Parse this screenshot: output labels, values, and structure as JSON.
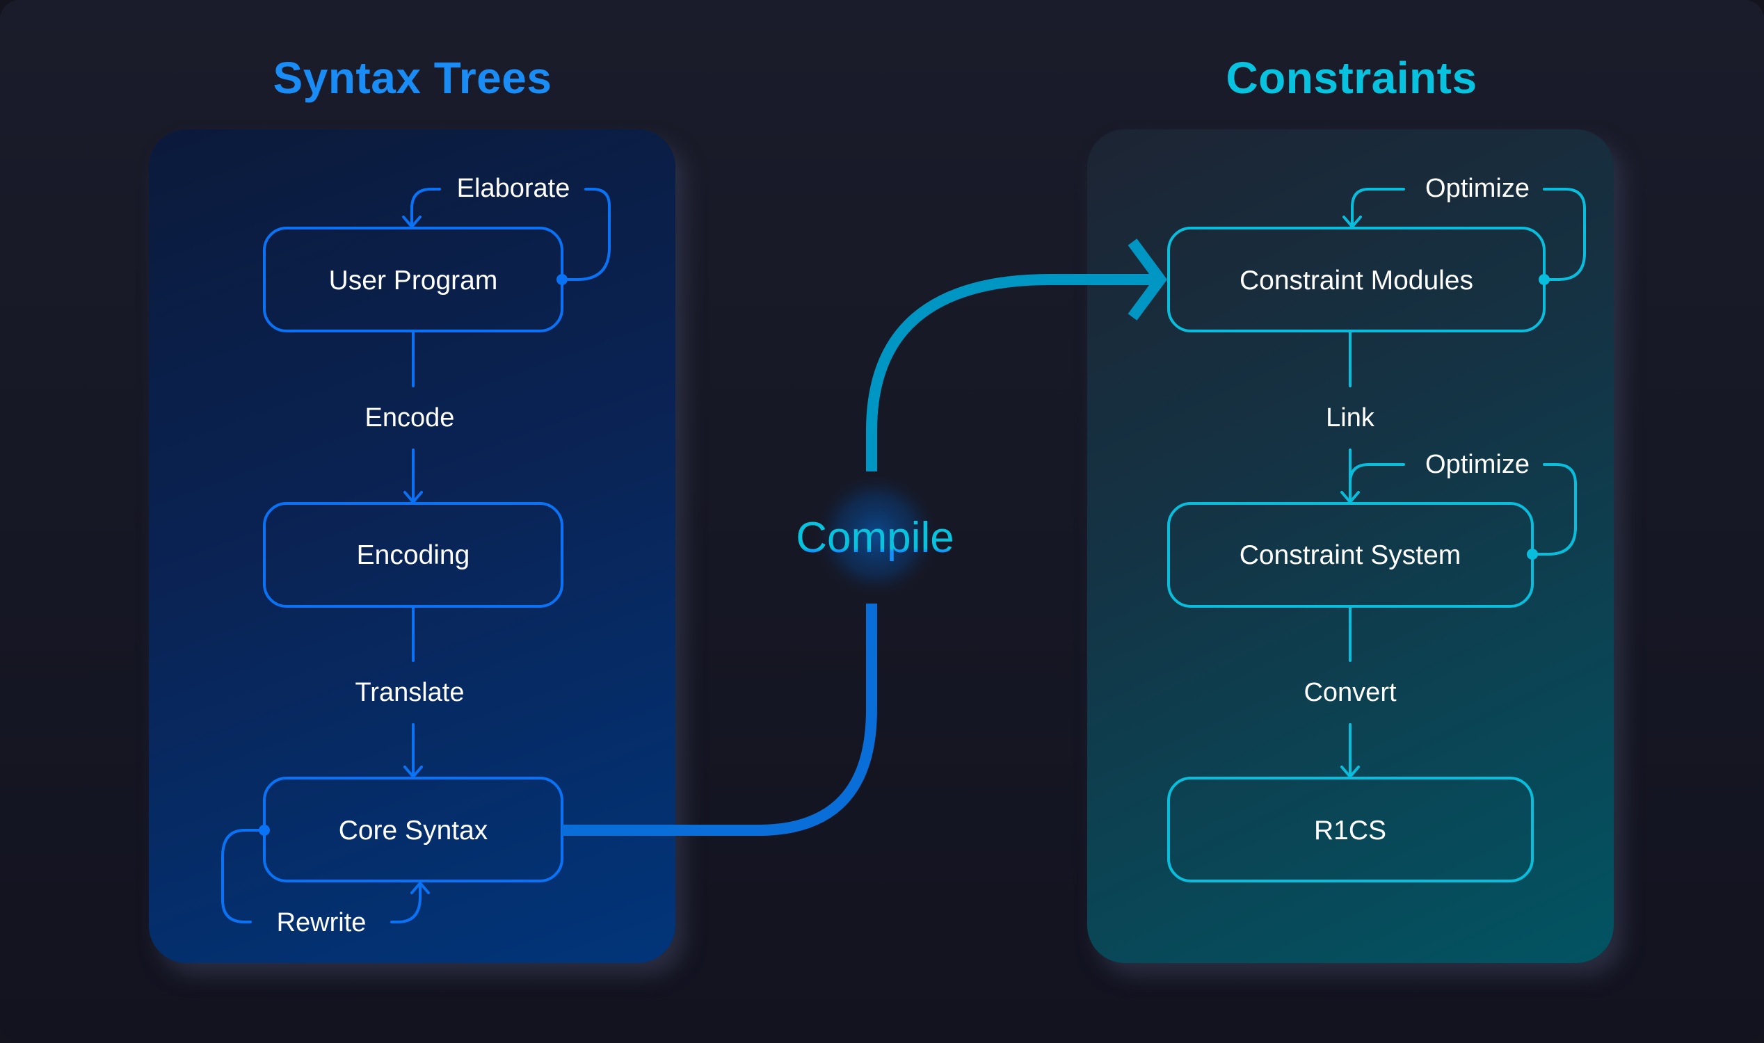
{
  "colors": {
    "background": "#161724",
    "left_accent": "#0a72f5",
    "right_accent": "#08bedc",
    "left_title": "#1a8cf5",
    "right_title": "#08c3e0",
    "compile_upper": "#0097c4",
    "compile_lower": "#0a6fe0",
    "text": "#ffffff"
  },
  "sections": {
    "left": {
      "title": "Syntax Trees",
      "nodes": [
        {
          "id": "user-program",
          "label": "User Program"
        },
        {
          "id": "encoding",
          "label": "Encoding"
        },
        {
          "id": "core-syntax",
          "label": "Core Syntax"
        }
      ],
      "edges": [
        {
          "from": "user-program",
          "to": "user-program",
          "label": "Elaborate",
          "kind": "self-loop"
        },
        {
          "from": "user-program",
          "to": "encoding",
          "label": "Encode"
        },
        {
          "from": "encoding",
          "to": "core-syntax",
          "label": "Translate"
        },
        {
          "from": "core-syntax",
          "to": "core-syntax",
          "label": "Rewrite",
          "kind": "self-loop"
        }
      ]
    },
    "right": {
      "title": "Constraints",
      "nodes": [
        {
          "id": "constraint-modules",
          "label": "Constraint Modules"
        },
        {
          "id": "constraint-system",
          "label": "Constraint System"
        },
        {
          "id": "r1cs",
          "label": "R1CS"
        }
      ],
      "edges": [
        {
          "from": "constraint-modules",
          "to": "constraint-modules",
          "label": "Optimize",
          "kind": "self-loop"
        },
        {
          "from": "constraint-modules",
          "to": "constraint-system",
          "label": "Link"
        },
        {
          "from": "constraint-system",
          "to": "constraint-system",
          "label": "Optimize",
          "kind": "self-loop"
        },
        {
          "from": "constraint-system",
          "to": "r1cs",
          "label": "Convert"
        }
      ]
    }
  },
  "bridge": {
    "from": "core-syntax",
    "to": "constraint-modules",
    "label": "Compile"
  }
}
